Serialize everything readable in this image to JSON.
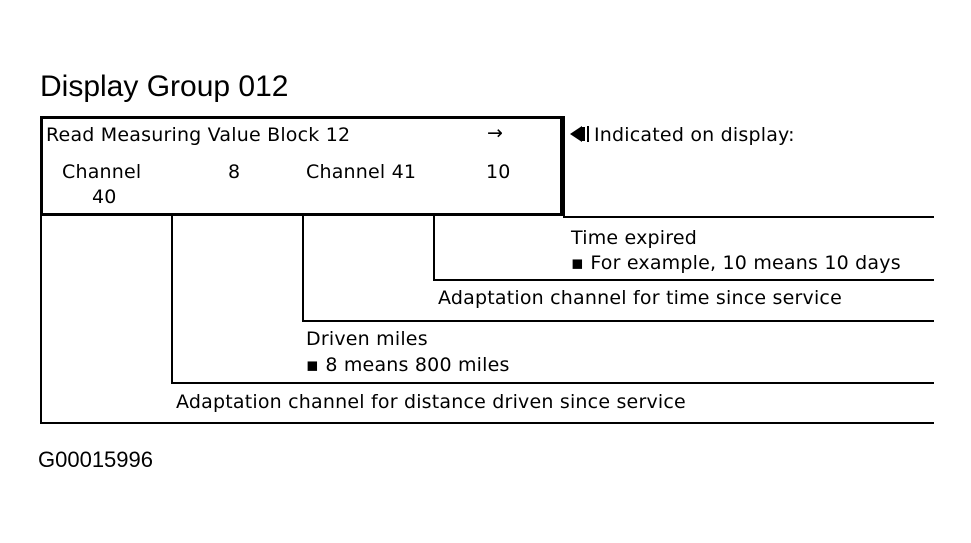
{
  "title": "Display Group 012",
  "figure_id": "G00015996",
  "display_box": {
    "header": "Read Measuring Value Block 12",
    "arrow": "→",
    "channel_40_label_line1": "Channel",
    "channel_40_label_line2": "40",
    "channel_40_value": "8",
    "channel_41_label": "Channel  41",
    "channel_41_value": "10"
  },
  "indicated": {
    "icon": "pointer-left-icon",
    "label": "Indicated  on  display:"
  },
  "callouts": {
    "time_expired_title": "Time  expired",
    "time_expired_bullet": "▪  For example,  10 means  10 days",
    "adapt_time": "Adaptation  channel  for  time  since  service",
    "driven_miles_title": "Driven  miles",
    "driven_miles_bullet": "▪  8  means  800  miles",
    "adapt_distance": "Adaptation  channel  for  distance  driven  since  service"
  }
}
